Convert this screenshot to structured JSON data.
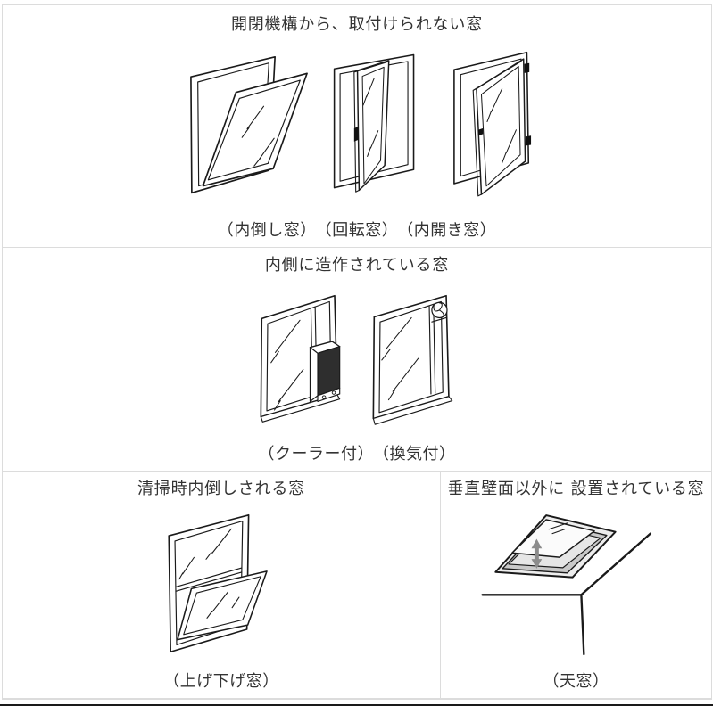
{
  "colors": {
    "divider": "#dcdcdc",
    "text": "#333333",
    "bottom_rule": "#1a1a1a",
    "ac_unit_front": "#2e2e2e",
    "skylight_base": "#ededed",
    "skylight_curb": "#c9c9c9",
    "arrow_gray": "#8c8c8c"
  },
  "sections": {
    "mechanism": {
      "title": "開閉機構から、取付けられない窓",
      "windows": [
        {
          "name": "tilt-in-window",
          "label": "（内倒し窓）"
        },
        {
          "name": "pivot-window",
          "label": "（回転窓）"
        },
        {
          "name": "inward-opening-window",
          "label": "（内開き窓）"
        }
      ]
    },
    "interior": {
      "title": "内側に造作されている窓",
      "windows": [
        {
          "name": "cooler-equipped-window",
          "label": "（クーラー付）"
        },
        {
          "name": "ventilation-equipped-window",
          "label": "（換気付）"
        }
      ]
    },
    "cleaning": {
      "title": "清掃時内倒しされる窓",
      "window": {
        "name": "double-hung-window",
        "label": "（上げ下げ窓）"
      }
    },
    "nonvertical": {
      "title": "垂直壁面以外に 設置されている窓",
      "window": {
        "name": "skylight-window",
        "label": "（天窓）"
      }
    }
  }
}
